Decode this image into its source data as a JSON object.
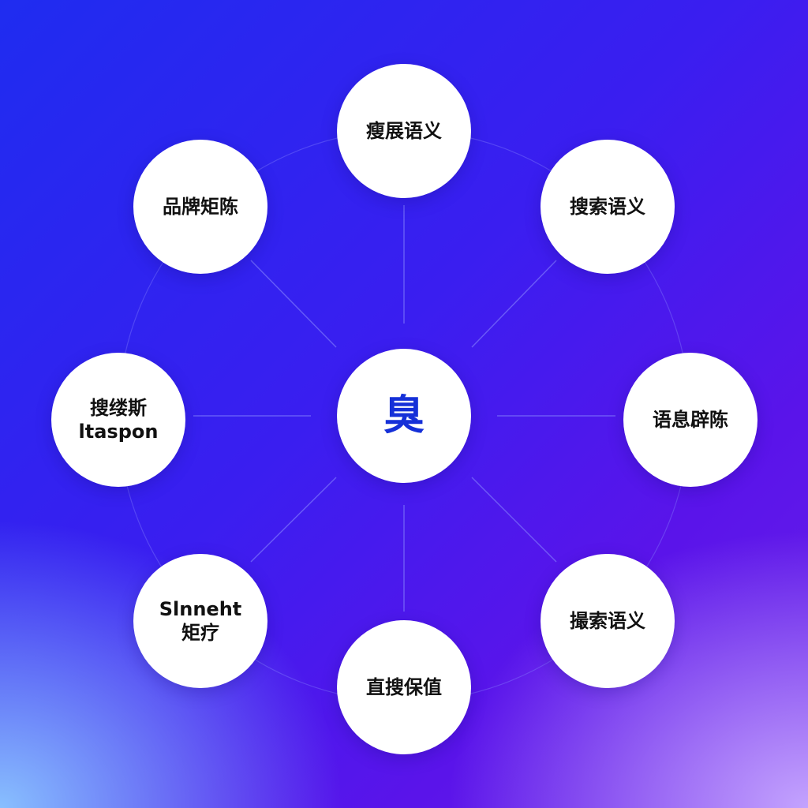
{
  "diagram": {
    "center": {
      "label": "臭",
      "color": "#1530d8"
    },
    "nodes": [
      {
        "id": "top",
        "lines": [
          "瘦展语义"
        ]
      },
      {
        "id": "top-right",
        "lines": [
          "搜索语义"
        ]
      },
      {
        "id": "right",
        "lines": [
          "语息辟陈"
        ]
      },
      {
        "id": "bottom-right",
        "lines": [
          "撮索语义"
        ]
      },
      {
        "id": "bottom",
        "lines": [
          "直搜保值"
        ]
      },
      {
        "id": "bottom-left",
        "lines": [
          "Slnneht",
          "矩疗"
        ]
      },
      {
        "id": "left",
        "lines": [
          "搜缕斯",
          "ltaspon"
        ]
      },
      {
        "id": "top-left",
        "lines": [
          "品牌矩陈"
        ]
      }
    ]
  },
  "colors": {
    "node_fill": "#ffffff",
    "node_text": "#111111",
    "connector": "#8c8cff"
  }
}
